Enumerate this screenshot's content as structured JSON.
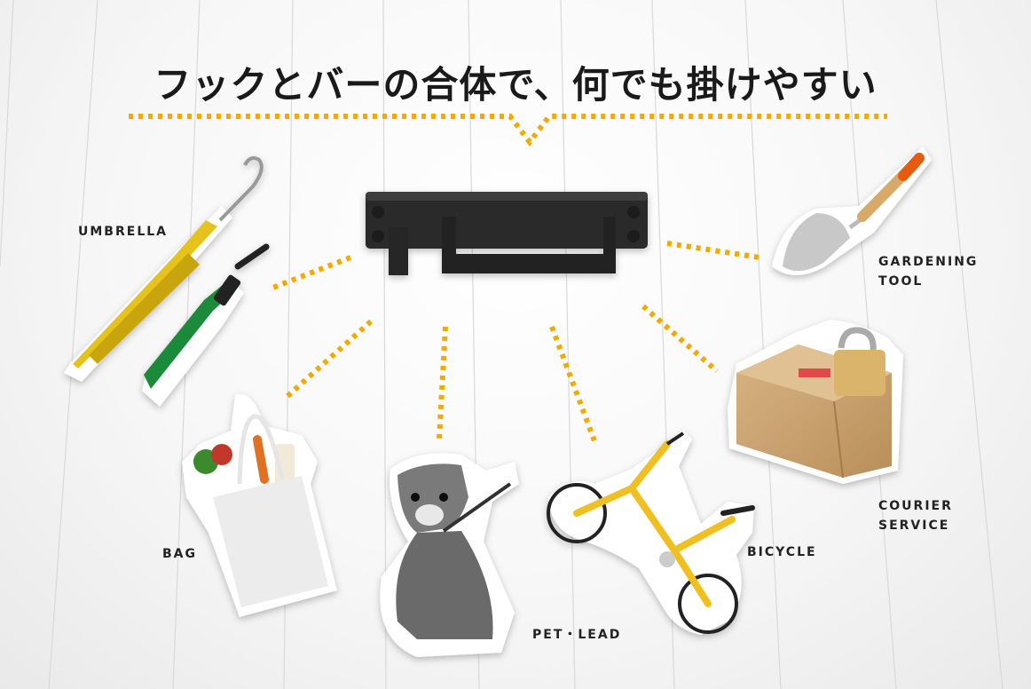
{
  "headline": "フックとバーの合体で、何でも掛けやすい",
  "colors": {
    "accent": "#f2a900",
    "text": "#222222",
    "product": "#2b2b2b"
  },
  "items": [
    {
      "id": "umbrella",
      "icon": "umbrella-icon",
      "label": "UMBRELLA"
    },
    {
      "id": "gardening",
      "icon": "trowel-icon",
      "label_line1": "GARDENING",
      "label_line2": "TOOL"
    },
    {
      "id": "courier",
      "icon": "parcel-box-icon",
      "label_line1": "COURIER",
      "label_line2": "SERVICE"
    },
    {
      "id": "bag",
      "icon": "tote-bag-icon",
      "label": "BAG"
    },
    {
      "id": "pet",
      "icon": "dog-icon",
      "label": "PET・LEAD"
    },
    {
      "id": "bicycle",
      "icon": "bicycle-icon",
      "label": "BICYCLE"
    }
  ]
}
